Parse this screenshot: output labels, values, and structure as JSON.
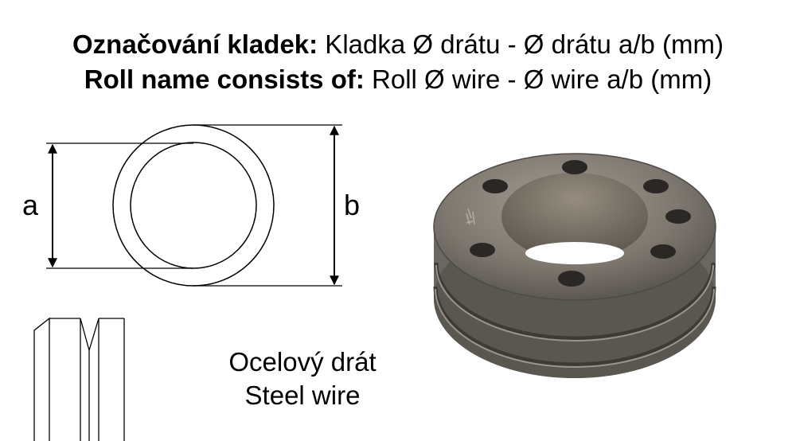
{
  "title": {
    "cz_bold": "Označování kladek:",
    "cz_rest": " Kladka Ø drátu -  Ø drátu  a/b (mm)",
    "en_bold": "Roll name consists of:",
    "en_rest": " Roll Ø wire - Ø wire  a/b (mm)"
  },
  "labels": {
    "a": "a",
    "b": "b"
  },
  "caption": {
    "cz": "Ocelový drát",
    "en": "Steel wire"
  },
  "colors": {
    "line": "#000000",
    "roll_body": "#7f7a72",
    "roll_dark": "#4e4a45",
    "roll_light": "#a8a39a"
  }
}
